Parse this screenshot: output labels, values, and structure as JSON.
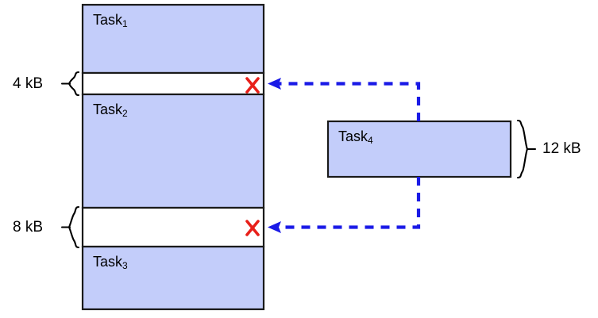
{
  "diagram": {
    "title": "Memory allocation fragmentation diagram",
    "colors": {
      "task_fill": "#c3cdfa",
      "task_stroke": "#1a1a1a",
      "arrow": "#1a1ae6",
      "reject_mark": "#e8201a",
      "background": "#ffffff",
      "text": "#000000"
    },
    "memory_column": {
      "name": "main-memory-column",
      "blocks": [
        {
          "id": "task1",
          "label": "Task",
          "sub": "1",
          "kind": "occupied"
        },
        {
          "id": "hole4",
          "label": "",
          "sub": "",
          "kind": "free",
          "size": "4 kB"
        },
        {
          "id": "task2",
          "label": "Task",
          "sub": "2",
          "kind": "occupied"
        },
        {
          "id": "hole8",
          "label": "",
          "sub": "",
          "kind": "free",
          "size": "8 kB"
        },
        {
          "id": "task3",
          "label": "Task",
          "sub": "3",
          "kind": "occupied"
        }
      ]
    },
    "incoming_task": {
      "label": "Task",
      "sub": "4",
      "size": "12 kB"
    },
    "hole_labels": {
      "hole4": "4 kB",
      "hole8": "8 kB"
    },
    "reject_marks": [
      {
        "name": "reject-mark-hole4",
        "glyph": "X"
      },
      {
        "name": "reject-mark-hole8",
        "glyph": "X"
      }
    ],
    "arrows": [
      {
        "name": "arrow-to-hole4",
        "style": "dashed",
        "direction": "left"
      },
      {
        "name": "arrow-to-hole8",
        "style": "dashed",
        "direction": "left"
      }
    ]
  }
}
